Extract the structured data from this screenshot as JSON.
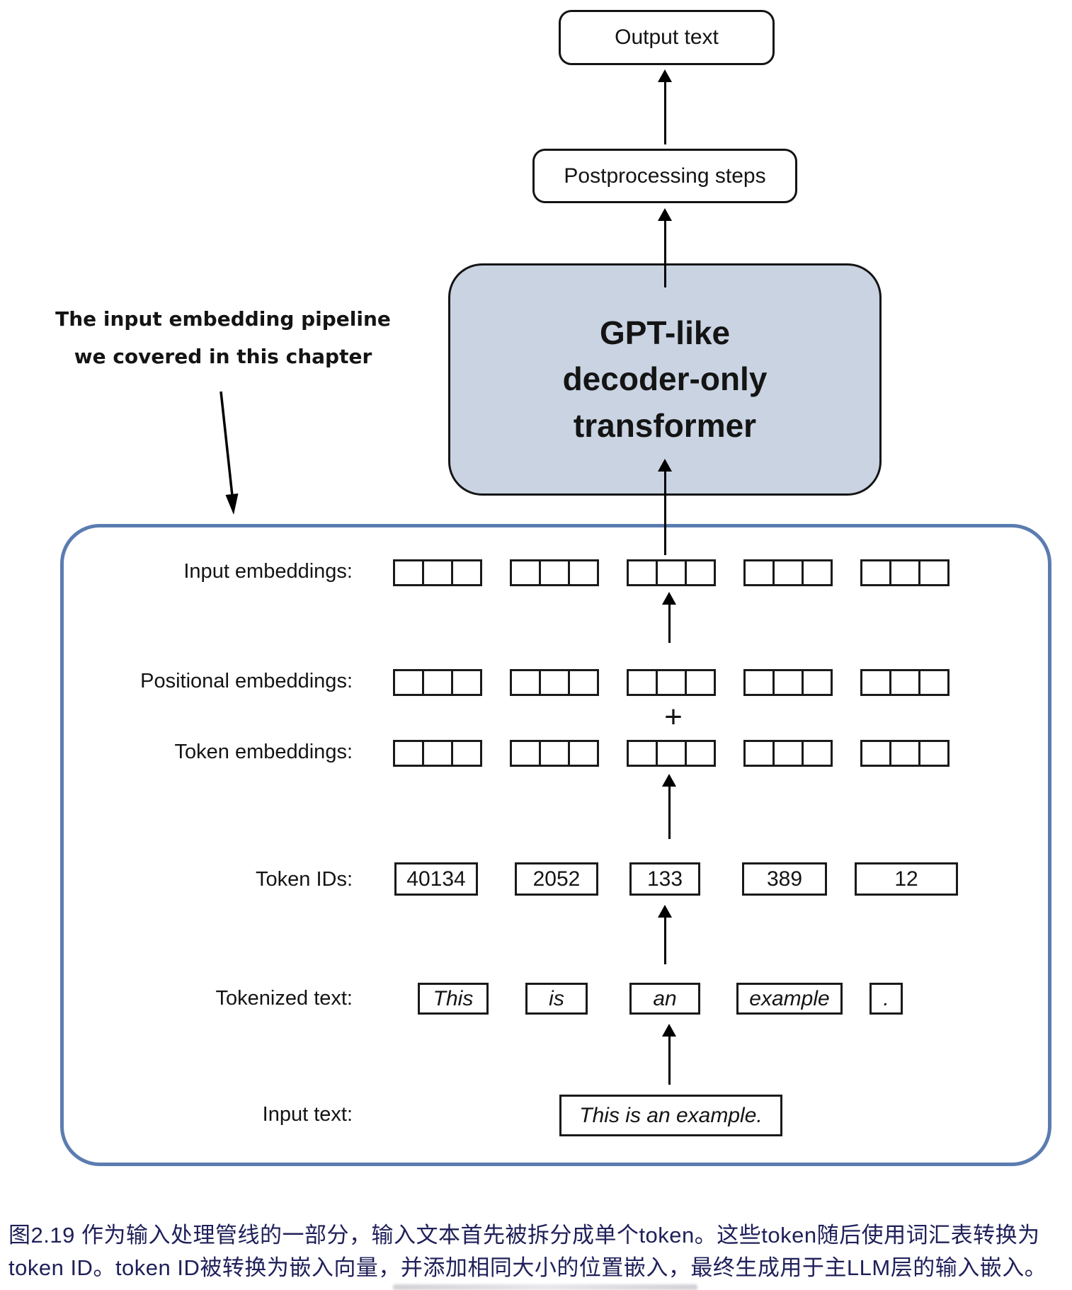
{
  "flow": {
    "output_text_label": "Output text",
    "postprocessing_label": "Postprocessing steps",
    "transformer_lines": [
      "GPT-like",
      "decoder-only",
      "transformer"
    ]
  },
  "annotation": {
    "line1": "The input embedding pipeline",
    "line2": "we covered in this chapter"
  },
  "pipeline": {
    "labels": {
      "input_embeddings": "Input embeddings:",
      "positional_embeddings": "Positional embeddings:",
      "token_embeddings": "Token embeddings:",
      "token_ids": "Token IDs:",
      "tokenized_text": "Tokenized text:",
      "input_text": "Input text:"
    },
    "plus_sign": "+",
    "embedding_groups": 5,
    "cells_per_group": 3,
    "token_ids": [
      "40134",
      "2052",
      "133",
      "389",
      "12"
    ],
    "tokens": [
      "This",
      "is",
      "an",
      "example",
      "."
    ],
    "input_text": "This is an example."
  },
  "caption": {
    "line1": "图2.19 作为输入处理管线的一部分，输入文本首先被拆分成单个token。这些token随后使用词汇表转换为",
    "line2": "token ID。token ID被转换为嵌入向量，并添加相同大小的位置嵌入，最终生成用于主LLM层的输入嵌入。"
  },
  "colors": {
    "transformer_fill": "#c9d3e2",
    "container_border": "#5b7cb0",
    "caption_text": "#20205a",
    "box_border": "#141414"
  }
}
